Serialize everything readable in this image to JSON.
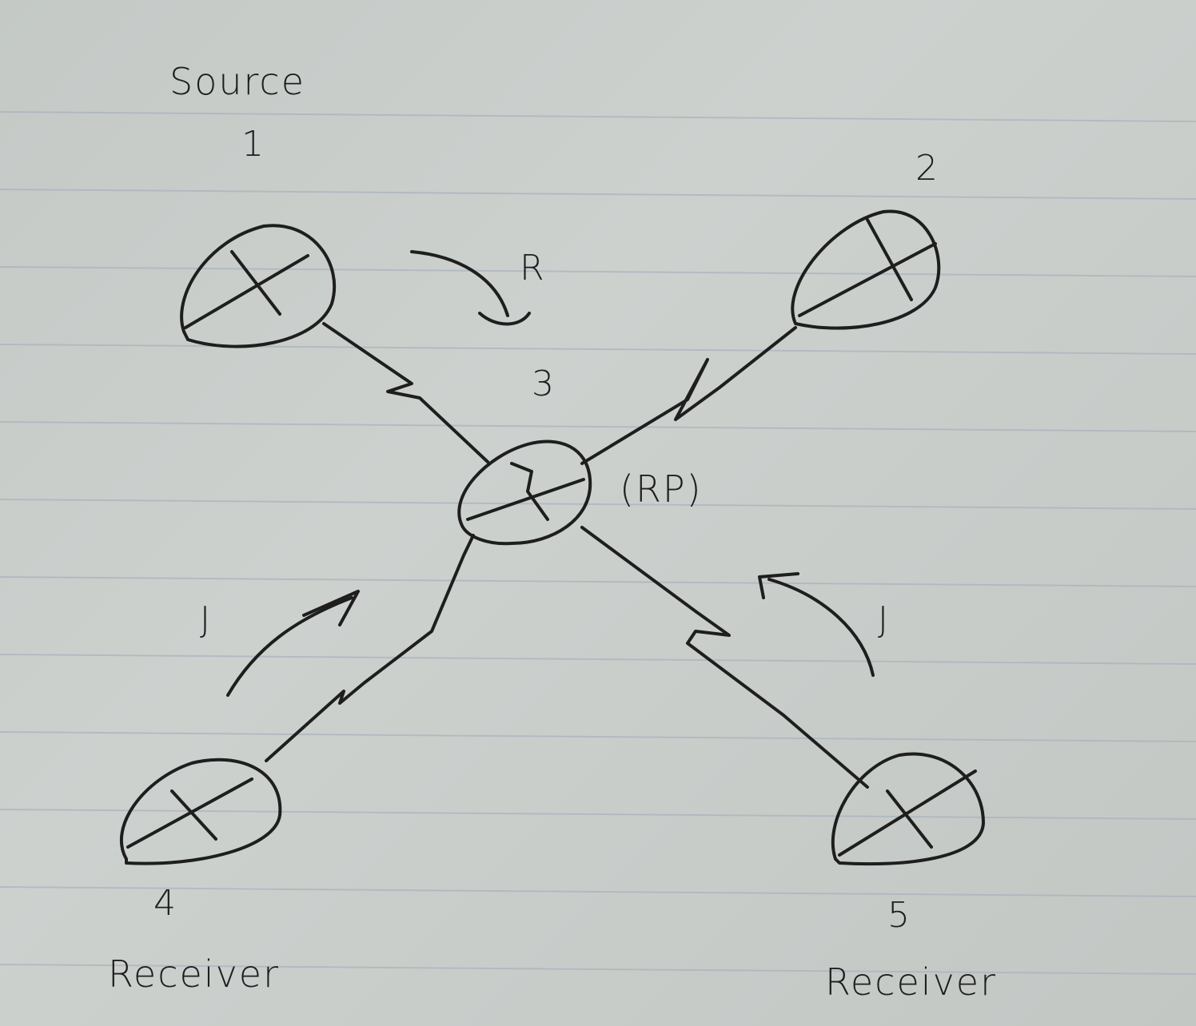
{
  "diagram": {
    "source_label": "Source",
    "receiver_label_left": "Receiver",
    "receiver_label_right": "Receiver",
    "rp_label": "(RP)",
    "nodes": [
      {
        "id": "1",
        "label": "1"
      },
      {
        "id": "2",
        "label": "2"
      },
      {
        "id": "3",
        "label": "3"
      },
      {
        "id": "4",
        "label": "4"
      },
      {
        "id": "5",
        "label": "5"
      }
    ],
    "arrows": [
      {
        "from": "1",
        "to": "3",
        "label": "R"
      },
      {
        "from": "4",
        "to": "3",
        "label": "J"
      },
      {
        "from": "5",
        "to": "3",
        "label": "J"
      }
    ],
    "ink_color": "#1e1e1e",
    "paper_color": "#c9cdca",
    "rule_color": "#a9b2bd"
  }
}
